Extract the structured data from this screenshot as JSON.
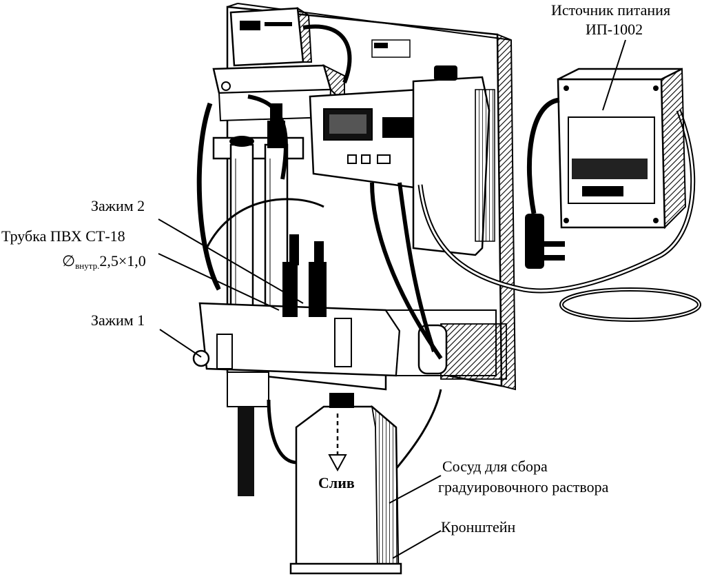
{
  "labels": {
    "power_source_line1": "Источник питания",
    "power_source_line2": "ИП-1002",
    "clamp2": "Зажим 2",
    "tube_line1": "Трубка ПВХ СТ-18",
    "tube_diameter_symbol": "∅",
    "tube_subscript": "внутр.",
    "tube_dims": "2,5×1,0",
    "clamp1": "Зажим 1",
    "drain": "Слив",
    "vessel_line1": "Сосуд для сбора",
    "vessel_line2": "градуировочного раствора",
    "bracket": "Кронштейн"
  }
}
